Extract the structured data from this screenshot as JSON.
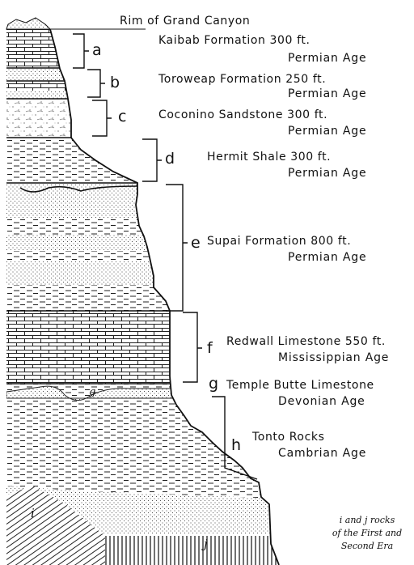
{
  "rim_label": "Rim of Grand Canyon",
  "layers": [
    {
      "letter": "a",
      "name": "Kaibab Formation 300 ft.",
      "age": "Permian Age"
    },
    {
      "letter": "b",
      "name": "Toroweap Formation 250 ft.",
      "age": "Permian Age"
    },
    {
      "letter": "c",
      "name": "Coconino Sandstone 300 ft.",
      "age": "Permian Age"
    },
    {
      "letter": "d",
      "name": "Hermit Shale 300 ft.",
      "age": "Permian Age"
    },
    {
      "letter": "e",
      "name": "Supai Formation 800 ft.",
      "age": "Permian Age"
    },
    {
      "letter": "f",
      "name": "Redwall Limestone 550 ft.",
      "age": "Mississippian Age"
    },
    {
      "letter": "g",
      "name": "Temple Butte Limestone",
      "age": "Devonian Age"
    },
    {
      "letter": "h",
      "name": "Tonto Rocks",
      "age": "Cambrian Age"
    }
  ],
  "section_letters": {
    "g": "g",
    "i": "i",
    "j": "j"
  },
  "note": [
    "i and j rocks",
    "of the First and",
    "Second Era"
  ]
}
